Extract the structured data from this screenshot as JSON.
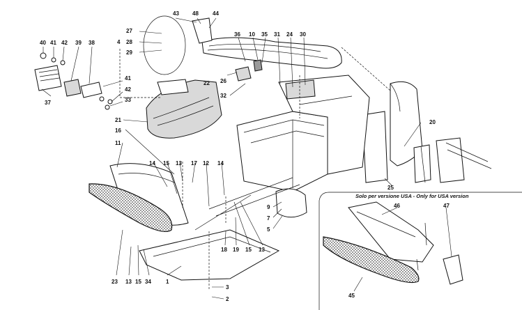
{
  "note": "Solo per versione USA - Only for USA version",
  "callouts": [
    {
      "id": "c40",
      "text": "40"
    },
    {
      "id": "c41a",
      "text": "41"
    },
    {
      "id": "c42a",
      "text": "42"
    },
    {
      "id": "c39",
      "text": "39"
    },
    {
      "id": "c38",
      "text": "38"
    },
    {
      "id": "c37",
      "text": "37"
    },
    {
      "id": "c41b",
      "text": "41"
    },
    {
      "id": "c42b",
      "text": "42"
    },
    {
      "id": "c33",
      "text": "33"
    },
    {
      "id": "c27",
      "text": "27"
    },
    {
      "id": "c4",
      "text": "4"
    },
    {
      "id": "c28",
      "text": "28"
    },
    {
      "id": "c29",
      "text": "29"
    },
    {
      "id": "c43",
      "text": "43"
    },
    {
      "id": "c48",
      "text": "48"
    },
    {
      "id": "c44",
      "text": "44"
    },
    {
      "id": "c36",
      "text": "36"
    },
    {
      "id": "c10",
      "text": "10"
    },
    {
      "id": "c35",
      "text": "35"
    },
    {
      "id": "c31",
      "text": "31"
    },
    {
      "id": "c24",
      "text": "24"
    },
    {
      "id": "c30",
      "text": "30"
    },
    {
      "id": "c26",
      "text": "26"
    },
    {
      "id": "c32",
      "text": "32"
    },
    {
      "id": "c22",
      "text": "22"
    },
    {
      "id": "c21",
      "text": "21"
    },
    {
      "id": "c16",
      "text": "16"
    },
    {
      "id": "c11",
      "text": "11"
    },
    {
      "id": "c14a",
      "text": "14"
    },
    {
      "id": "c15a",
      "text": "15"
    },
    {
      "id": "c13a",
      "text": "13"
    },
    {
      "id": "c17",
      "text": "17"
    },
    {
      "id": "c12",
      "text": "12"
    },
    {
      "id": "c14b",
      "text": "14"
    },
    {
      "id": "c20",
      "text": "20"
    },
    {
      "id": "c25",
      "text": "25"
    },
    {
      "id": "c9",
      "text": "9"
    },
    {
      "id": "c7",
      "text": "7"
    },
    {
      "id": "c5",
      "text": "5"
    },
    {
      "id": "c18",
      "text": "18"
    },
    {
      "id": "c19",
      "text": "19"
    },
    {
      "id": "c15b",
      "text": "15"
    },
    {
      "id": "c13b",
      "text": "13"
    },
    {
      "id": "c23",
      "text": "23"
    },
    {
      "id": "c13c",
      "text": "13"
    },
    {
      "id": "c15c",
      "text": "15"
    },
    {
      "id": "c34",
      "text": "34"
    },
    {
      "id": "c1",
      "text": "1"
    },
    {
      "id": "c3",
      "text": "3"
    },
    {
      "id": "c2",
      "text": "2"
    },
    {
      "id": "c46",
      "text": "46"
    },
    {
      "id": "c47",
      "text": "47"
    },
    {
      "id": "c45",
      "text": "45"
    }
  ]
}
